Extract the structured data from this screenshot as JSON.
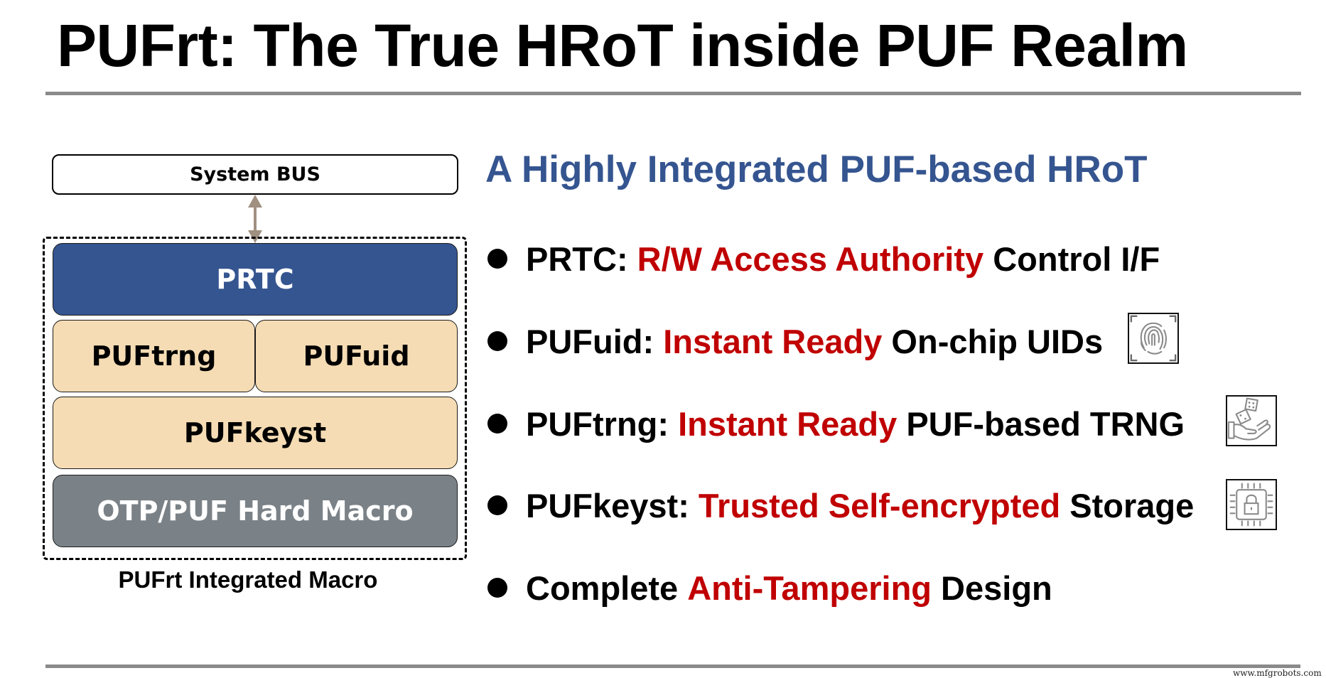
{
  "slide": {
    "title": "PUFrt: The True HRoT inside PUF Realm",
    "watermark": "www.mfgrobots.com"
  },
  "diagram": {
    "system_bus": "System BUS",
    "blocks": {
      "prtc": "PRTC",
      "puftrng": "PUFtrng",
      "pufuid": "PUFuid",
      "pufkeyst": "PUFkeyst",
      "otp_puf": "OTP/PUF Hard Macro"
    },
    "caption": "PUFrt Integrated Macro",
    "colors": {
      "prtc_fill": "#355590",
      "puf_block_fill": "#f5dcb4",
      "hard_macro_fill": "#7b8287",
      "arrow": "#a09080"
    }
  },
  "features": {
    "heading": "A Highly Integrated PUF-based HRoT",
    "heading_color": "#355590",
    "highlight_color": "#c00000",
    "items": [
      {
        "prefix": "PRTC: ",
        "highlight": "R/W Access Authority",
        "suffix": " Control I/F",
        "icon": ""
      },
      {
        "prefix": "PUFuid: ",
        "highlight": "Instant Ready",
        "suffix": " On-chip UIDs",
        "icon": "fingerprint-icon"
      },
      {
        "prefix": "PUFtrng: ",
        "highlight": "Instant Ready",
        "suffix": " PUF-based TRNG",
        "icon": "dice-hand-icon"
      },
      {
        "prefix": "PUFkeyst: ",
        "highlight": "Trusted Self-encrypted",
        "suffix": " Storage",
        "icon": "chip-lock-icon"
      },
      {
        "prefix": "Complete ",
        "highlight": "Anti-Tampering",
        "suffix": " Design",
        "icon": ""
      }
    ]
  }
}
